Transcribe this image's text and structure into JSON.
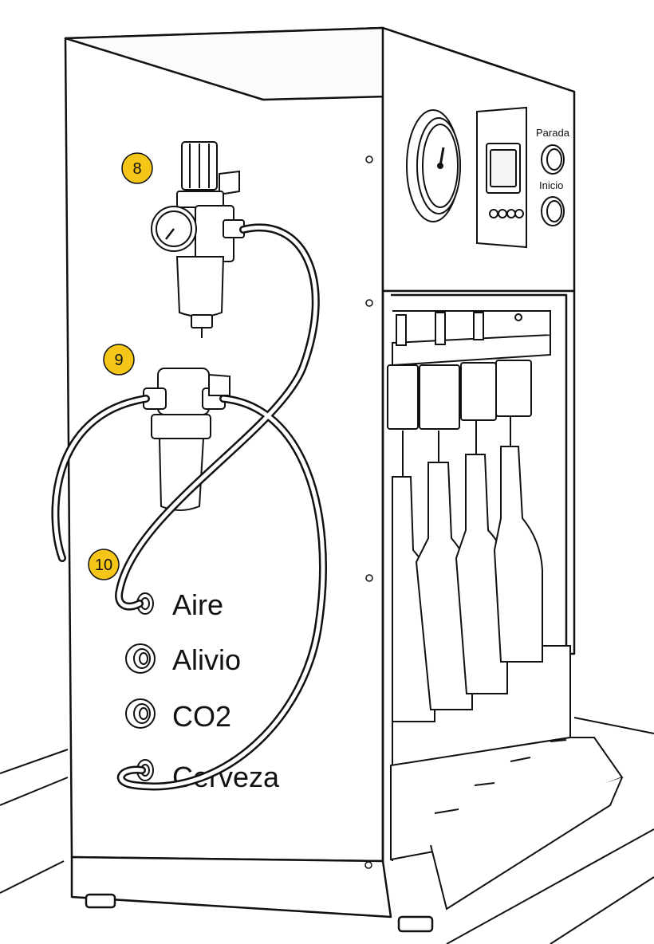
{
  "panel_labels": {
    "stop": "Parada",
    "start": "Inicio"
  },
  "port_labels": {
    "air": "Aire",
    "relief": "Alivio",
    "co2": "CO2",
    "beer": "Cerveza"
  },
  "callouts": {
    "regulator": "8",
    "filter": "9",
    "connection": "10"
  },
  "colors": {
    "callout_fill": "#F5C518",
    "line": "#111111",
    "background": "#ffffff"
  }
}
